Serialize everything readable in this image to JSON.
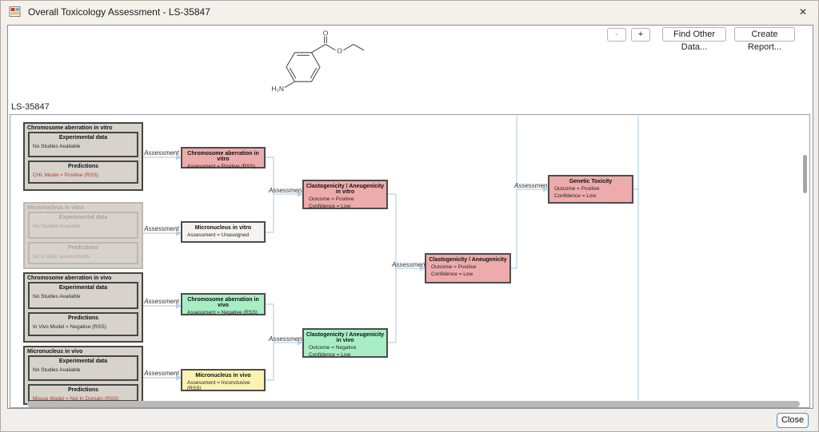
{
  "window": {
    "title": "Overall Toxicology Assessment - LS-35847",
    "close_glyph": "✕"
  },
  "toolbar": {
    "zoom_out": "-",
    "zoom_in": "+",
    "find_other_data": "Find Other Data...",
    "create_report": "Create Report..."
  },
  "compound": {
    "id": "LS-35847",
    "atoms": {
      "amine": "H₂N",
      "carbonyl_oxygen": "O",
      "ester_oxygen": "O"
    }
  },
  "tree": {
    "edge_label": "Assessment",
    "leaves": [
      {
        "title": "Chromosome aberration in vitro",
        "experimental_header": "Experimental data",
        "experimental_value": "No Studies Available",
        "predictions_header": "Predictions",
        "predictions_value": "CHL Model = Positive (RSS)"
      },
      {
        "title": "Micronucleus in vitro",
        "experimental_header": "Experimental data",
        "experimental_value": "No Studies Available",
        "predictions_header": "Predictions",
        "predictions_value": "No in silico assessments"
      },
      {
        "title": "Chromosome aberration in vivo",
        "experimental_header": "Experimental data",
        "experimental_value": "No Studies Available",
        "predictions_header": "Predictions",
        "predictions_value": "In Vivo Model = Negative (RSS)"
      },
      {
        "title": "Micronucleus in vivo",
        "experimental_header": "Experimental data",
        "experimental_value": "No Studies Available",
        "predictions_header": "Predictions",
        "predictions_value": "Mouse Model = Not In Domain (RSS)"
      }
    ],
    "nodes": [
      {
        "title": "Chromosome aberration in vitro",
        "line1": "Assessment = Positive (RSS)"
      },
      {
        "title": "Micronucleus in vitro",
        "line1": "Assessment = Unassigned"
      },
      {
        "title": "Chromosome aberration in vivo",
        "line1": "Assessment = Negative (RSS)"
      },
      {
        "title": "Micronucleus in vivo",
        "line1": "Assessment = Inconclusive (RSS)"
      },
      {
        "title": "Clastogenicity / Aneugenicity in vitro",
        "line1": "Outcome = Positive",
        "line2": "Confidence = Low"
      },
      {
        "title": "Clastogenicity / Aneugenicity in vivo",
        "line1": "Outcome = Negative",
        "line2": "Confidence = Low"
      },
      {
        "title": "Clastogenicity / Aneugenicity",
        "line1": "Outcome = Positive",
        "line2": "Confidence = Low"
      },
      {
        "title": "Genetic Toxicity",
        "line1": "Outcome = Positive",
        "line2": "Confidence = Low"
      }
    ]
  },
  "colors": {
    "positive_fill": "#eeabab",
    "negative_fill": "#a8eec5",
    "inconclusive_fill": "#f9f3b1",
    "unassigned_fill": "#f4f3f1",
    "alert_text": "#b5382a",
    "connector": "#b6d0e7"
  },
  "footer": {
    "close": "Close"
  }
}
